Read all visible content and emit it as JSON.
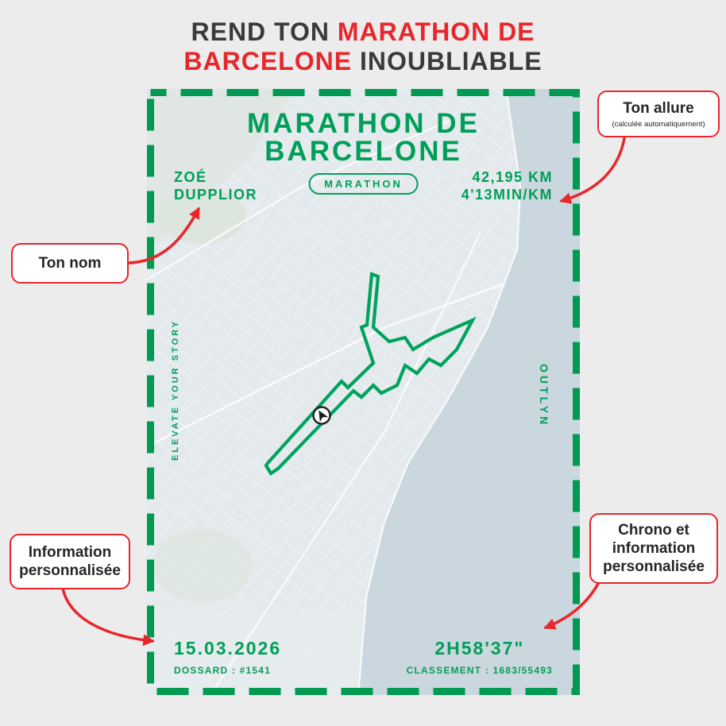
{
  "header": {
    "part1": "REND TON",
    "part2": "MARATHON DE",
    "part3": "BARCELONE",
    "part4": "INOUBLIABLE"
  },
  "poster": {
    "title_line1": "MARATHON DE",
    "title_line2": "BARCELONE",
    "runner_line1": "ZOÉ",
    "runner_line2": "DUPPLIOR",
    "badge": "MARATHON",
    "distance": "42,195 KM",
    "pace": "4'13MIN/KM",
    "tagline_left": "ELEVATE YOUR STORY",
    "brand": "OUTLYN",
    "date": "15.03.2026",
    "bib": "DOSSARD : #1541",
    "finish_time": "2H58'37\"",
    "ranking": "CLASSEMENT : 1683/55493"
  },
  "callouts": {
    "allure": {
      "title": "Ton allure",
      "subtitle": "(calculée automatiquement)"
    },
    "nom": {
      "title": "Ton nom"
    },
    "info": {
      "title": "Information personnalisée"
    },
    "chrono": {
      "title": "Chrono et information personnalisée"
    }
  },
  "colors": {
    "green": "#009f58",
    "route_green": "#00a35d",
    "red": "#e8262b",
    "dark_text": "#3a3a3a",
    "map_land": "#e3e9ec",
    "map_sea": "#cbd7de"
  }
}
